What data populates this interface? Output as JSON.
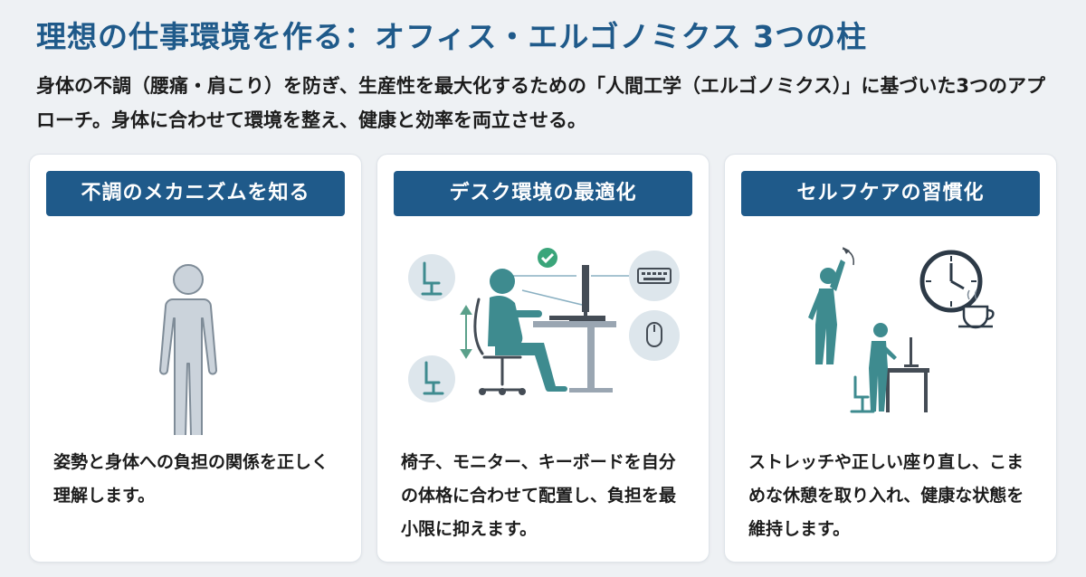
{
  "title": "理想の仕事環境を作る：オフィス・エルゴノミクス 3つの柱",
  "subtitle": "身体の不調（腰痛・肩こり）を防ぎ、生産性を最大化するための「人間工学（エルゴノミクス）」に基づいた3つのアプローチ。身体に合わせて環境を整え、健康と効率を両立させる。",
  "cards": [
    {
      "heading": "不調のメカニズムを知る",
      "icon": "human-figure-icon",
      "body": "姿勢と身体への負担の関係を正しく理解します。"
    },
    {
      "heading": "デスク環境の最適化",
      "icon": "desk-setup-icon",
      "body": "椅子、モニター、キーボードを自分の体格に合わせて配置し、負担を最小限に抑えます。"
    },
    {
      "heading": "セルフケアの習慣化",
      "icon": "self-care-icon",
      "body": "ストレッチや正しい座り直し、こまめな休憩を取り入れ、健康な状態を維持します。"
    }
  ],
  "colors": {
    "accent": "#1f5a8a",
    "teal": "#3e8b8f",
    "gray": "#c7ced6",
    "check": "#3aa57a"
  }
}
